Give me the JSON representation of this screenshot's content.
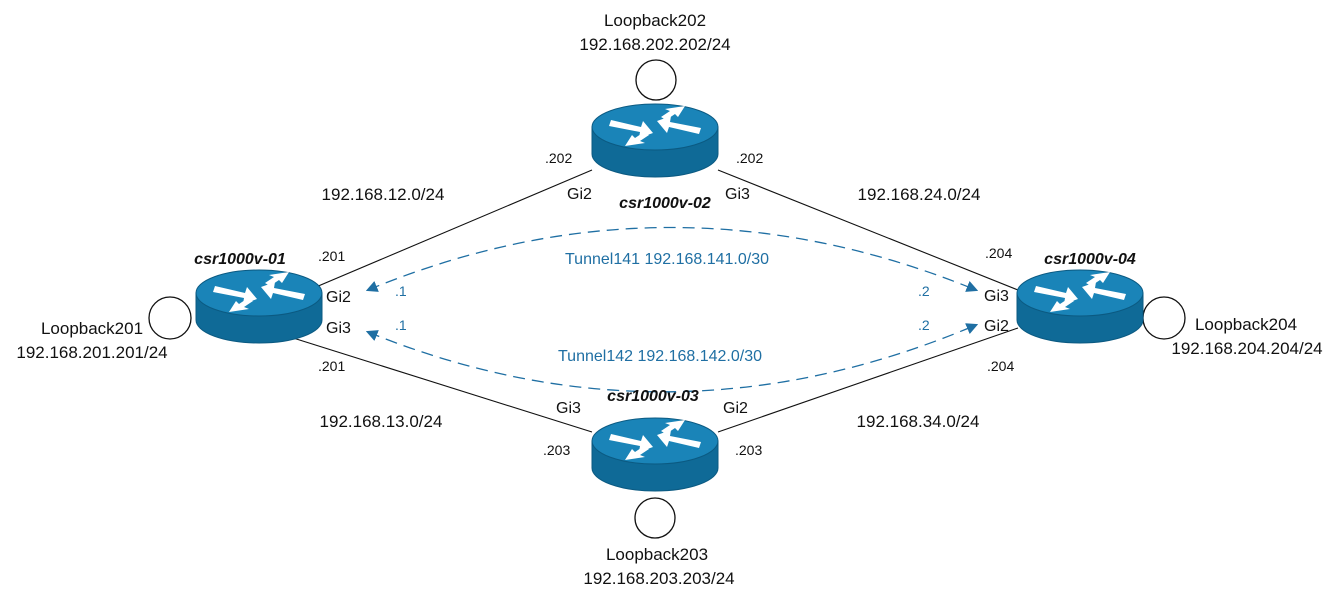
{
  "routers": {
    "r01": {
      "name": "csr1000v-01",
      "loopback": "Loopback201",
      "loopback_ip": "192.168.201.201/24",
      "gi2": "Gi2",
      "gi3": "Gi3",
      "gi2_ip": ".201",
      "gi3_ip": ".201",
      "tun141_ip": ".1",
      "tun142_ip": ".1"
    },
    "r02": {
      "name": "csr1000v-02",
      "loopback": "Loopback202",
      "loopback_ip": "192.168.202.202/24",
      "gi2": "Gi2",
      "gi3": "Gi3",
      "gi2_ip": ".202",
      "gi3_ip": ".202"
    },
    "r03": {
      "name": "csr1000v-03",
      "loopback": "Loopback203",
      "loopback_ip": "192.168.203.203/24",
      "gi2": "Gi2",
      "gi3": "Gi3",
      "gi2_ip": ".203",
      "gi3_ip": ".203"
    },
    "r04": {
      "name": "csr1000v-04",
      "loopback": "Loopback204",
      "loopback_ip": "192.168.204.204/24",
      "gi2": "Gi2",
      "gi3": "Gi3",
      "gi2_ip": ".204",
      "gi3_ip": ".204",
      "tun141_ip": ".2",
      "tun142_ip": ".2"
    }
  },
  "subnets": {
    "r01_r02": "192.168.12.0/24",
    "r01_r03": "192.168.13.0/24",
    "r02_r04": "192.168.24.0/24",
    "r03_r04": "192.168.34.0/24"
  },
  "tunnels": {
    "t141": "Tunnel141 192.168.141.0/30",
    "t142": "Tunnel142 192.168.142.0/30"
  },
  "colors": {
    "router_body": "#0f6a97",
    "router_top": "#1a84b8",
    "tunnel": "#1f6fa3",
    "link": "#111111"
  },
  "icons": [
    "router-icon",
    "loopback-circle-icon",
    "arrow-icon"
  ]
}
